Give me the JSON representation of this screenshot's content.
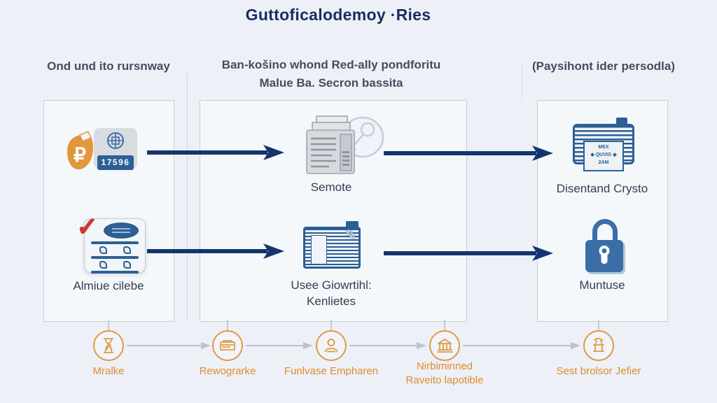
{
  "title": "Guttoficalodemoy ·Ries",
  "headers": {
    "left": "Ond und ito rursnway",
    "middle_line1": "Ban-košino whond Red-ally pondforitu",
    "middle_line2": "Malue Ba. Secron bassita",
    "right": "(Paysihont ider persodla)"
  },
  "left_panel": {
    "coin_symbol": "₽",
    "badge_value": "17596",
    "check_mark": "✓",
    "item2_label": "Almiue cilebe"
  },
  "middle_panel": {
    "item1_label": "Semote",
    "item2_label_line1": "Usee Giowrtihl:",
    "item2_label_line2": "Kenlietes",
    "pencil_glyph": "✎"
  },
  "right_panel": {
    "item1_label": "Disentand Crysto",
    "envelope_card_lines": [
      "MEX",
      "◆ QUVIG ◆",
      "2AM"
    ],
    "item2_label": "Muntuse"
  },
  "bottom_steps": [
    {
      "label": "Mralke"
    },
    {
      "label": "Rewograrke"
    },
    {
      "label": "Funlvase Empharen"
    },
    {
      "label": "Nirbiminned",
      "label_line2": "Raveito lapotible"
    },
    {
      "label": "Sest brolsor Jefier"
    }
  ],
  "colors": {
    "background": "#edf1f7",
    "title_navy": "#1a2c5f",
    "header_text": "#454c5e",
    "arrow_navy": "#14346d",
    "panel_border": "#c8cdd5",
    "icon_blue": "#2c5f94",
    "icon_orange": "#e2973d",
    "step_label_orange": "#e08a2c",
    "connector_gray": "#c3c7ce"
  }
}
